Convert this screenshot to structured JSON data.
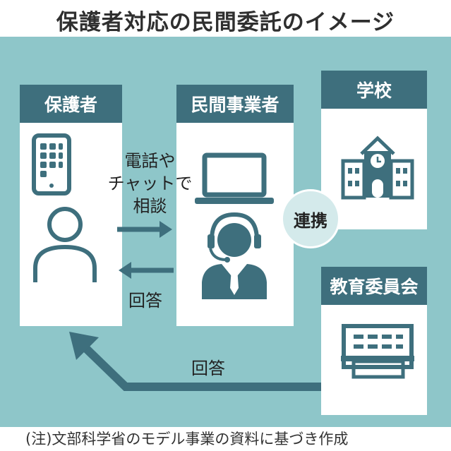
{
  "title": "保護者対応の民間委託のイメージ",
  "nodes": {
    "guardian": "保護者",
    "private_operator": "民間事業者",
    "school": "学校",
    "board_of_education": "教育委員会"
  },
  "labels": {
    "consult_line1": "電話や",
    "consult_line2": "チャットで",
    "consult_line3": "相談",
    "answer_middle": "回答",
    "answer_bottom": "回答",
    "cooperation": "連携"
  },
  "footnote": "(注)文部科学省のモデル事業の資料に基づき作成",
  "colors": {
    "background": "#8ec6c9",
    "header": "#3e6f7d",
    "icon": "#3e6f7d"
  },
  "icons": [
    "tablet-icon",
    "person-icon",
    "laptop-icon",
    "operator-headset-icon",
    "school-building-icon",
    "office-building-icon"
  ]
}
